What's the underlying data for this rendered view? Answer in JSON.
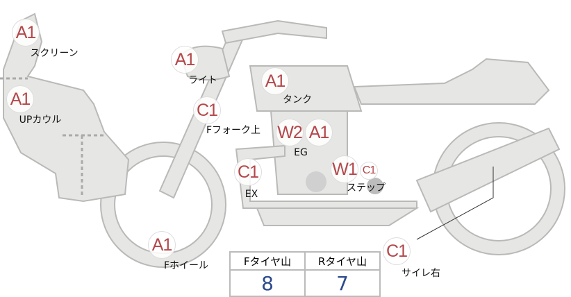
{
  "parts": [
    {
      "code": "A1",
      "label": "スクリーン"
    },
    {
      "code": "A1",
      "label": "UPカウル"
    },
    {
      "code": "A1",
      "label": "ライト"
    },
    {
      "code": "A1",
      "label": "タンク"
    },
    {
      "code": "C1",
      "label": "Fフォーク上"
    },
    {
      "code": "W2",
      "code2": "A1",
      "label": "EG"
    },
    {
      "code": "C1",
      "label": "EX"
    },
    {
      "code": "W1",
      "code2": "C1",
      "label": "ステップ"
    },
    {
      "code": "A1",
      "label": "Fホイール"
    },
    {
      "code": "C1",
      "label": "サイレ右"
    }
  ],
  "tires": {
    "front_label": "Fタイヤ山",
    "rear_label": "Rタイヤ山",
    "front_value": "8",
    "rear_value": "7"
  }
}
